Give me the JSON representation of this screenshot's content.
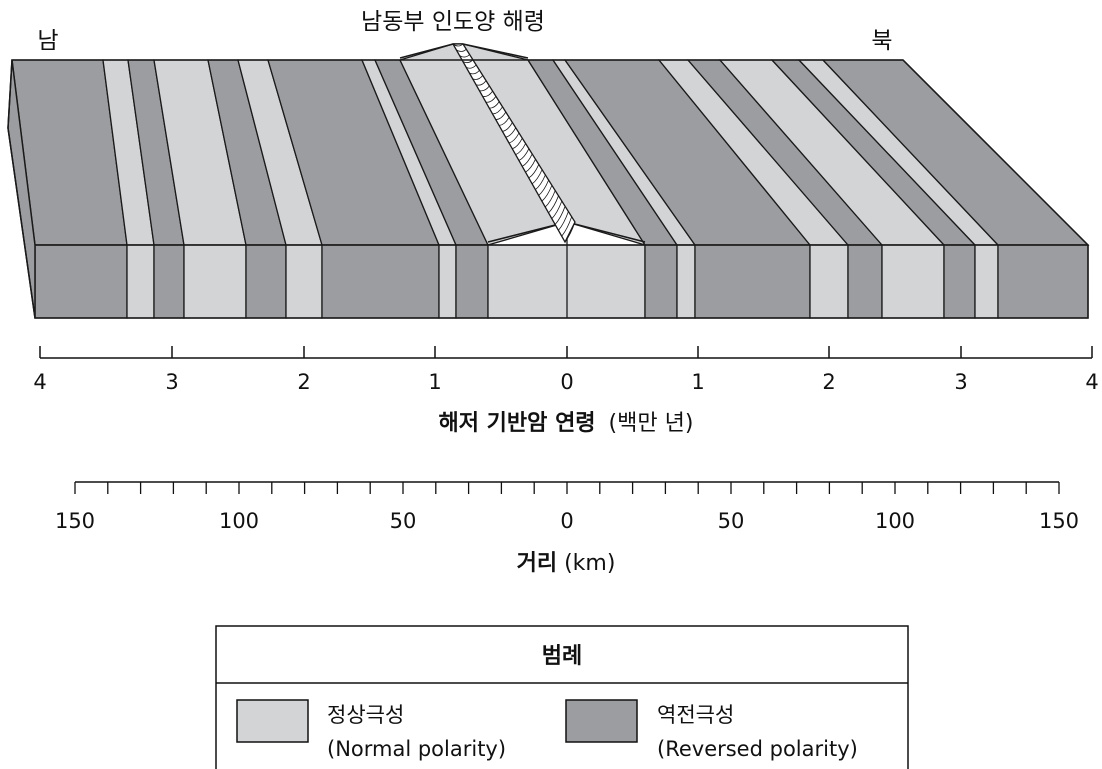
{
  "title": "남동부 인도양 해령",
  "label_south": "남",
  "label_north": "북",
  "colors": {
    "normal": "#d3d4d6",
    "reversed": "#9c9da0",
    "outline": "#1a1a1a"
  },
  "age_axis": {
    "tick_labels": [
      "4",
      "3",
      "2",
      "1",
      "0",
      "1",
      "2",
      "3",
      "4"
    ],
    "label_bold": "해저 기반암 연령",
    "label_unit": "(백만 년)"
  },
  "distance_axis": {
    "tick_labels": [
      "150",
      "100",
      "50",
      "0",
      "50",
      "100",
      "150"
    ],
    "label_bold": "거리",
    "label_unit": "(km)"
  },
  "legend": {
    "title": "범례",
    "items": [
      {
        "name": "정상극성",
        "sub": "(Normal polarity)",
        "polarity": "normal"
      },
      {
        "name": "역전극성",
        "sub": "(Reversed polarity)",
        "polarity": "reversed"
      }
    ]
  }
}
